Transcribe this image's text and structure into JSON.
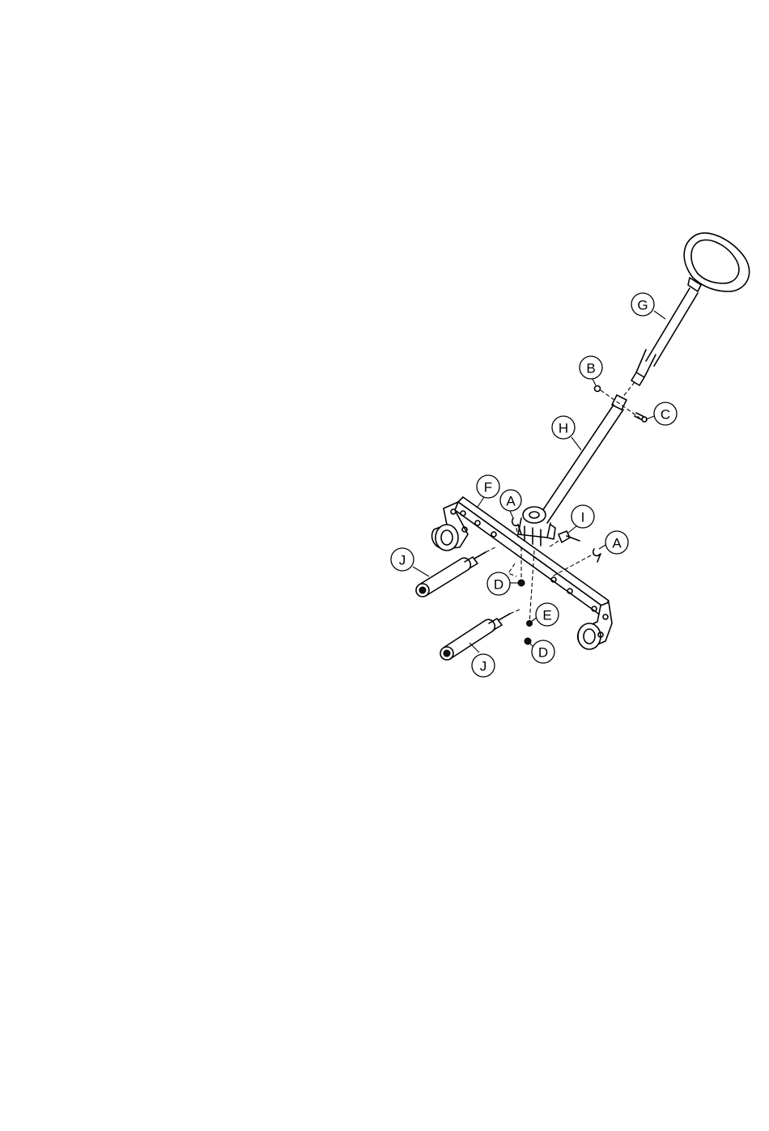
{
  "callouts": [
    {
      "id": "G",
      "label": "G"
    },
    {
      "id": "B",
      "label": "B"
    },
    {
      "id": "C",
      "label": "C"
    },
    {
      "id": "H",
      "label": "H"
    },
    {
      "id": "F",
      "label": "F"
    },
    {
      "id": "A1",
      "label": "A"
    },
    {
      "id": "I",
      "label": "I"
    },
    {
      "id": "A2",
      "label": "A"
    },
    {
      "id": "J1",
      "label": "J"
    },
    {
      "id": "D1",
      "label": "D"
    },
    {
      "id": "E",
      "label": "E"
    },
    {
      "id": "D2",
      "label": "D"
    },
    {
      "id": "J2",
      "label": "J"
    }
  ]
}
